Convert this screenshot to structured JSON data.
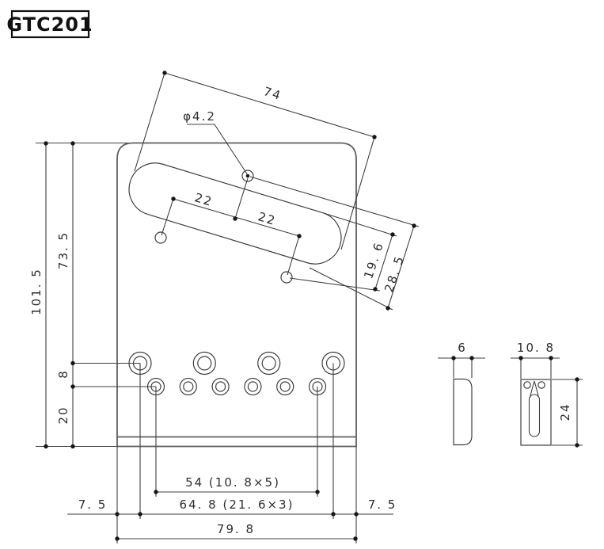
{
  "part": {
    "code": "GTC201"
  },
  "colors": {
    "line": "#3f3f3f",
    "outline": "#5f5f5f",
    "text": "#2e2e2e",
    "background": "#ffffff"
  },
  "top_view": {
    "dim_route_length": "74",
    "dim_center_hole_dia": "φ4.2",
    "dim_pickup_hole_spacing_a": "22",
    "dim_pickup_hole_spacing_b": "22",
    "dim_route_offset_a": "19. 6",
    "dim_route_offset_b": "28. 5",
    "dim_total_height": "101. 5",
    "dim_height_to_screw_row": "73. 5",
    "dim_row_gap": "8",
    "dim_bottom_margin": "20",
    "dim_string_hole_span": "54 (10. 8×5)",
    "dim_left_edge_margin": "7. 5",
    "dim_screw_hole_span": "64. 8 (21. 6×3)",
    "dim_right_edge_margin": "7. 5",
    "dim_total_width": "79. 8"
  },
  "side_view": {
    "dim_thickness": "6"
  },
  "saddle_view": {
    "dim_width": "10. 8",
    "dim_height": "24"
  }
}
